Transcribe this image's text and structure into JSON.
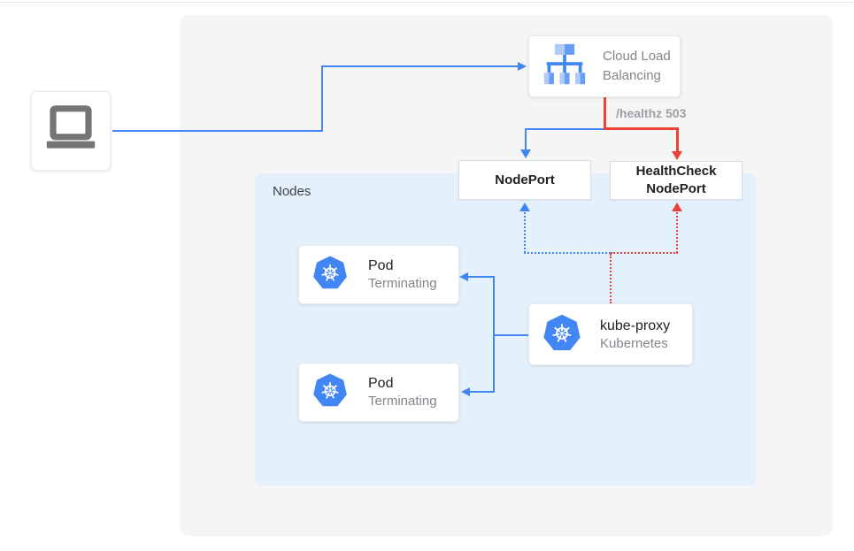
{
  "colors": {
    "blue": "#4285f4",
    "red": "#ea4335",
    "panel_gray": "#f5f5f5",
    "nodes_panel_blue": "#e4f1fc",
    "text_dark": "#202124",
    "text_gray": "#80868b",
    "icon_gray": "#757575",
    "healthz_gray": "#9aa0a6",
    "k8s_blue": "#4285f4",
    "lb_light_blue": "#aecbfa",
    "lb_mid_blue": "#669df6"
  },
  "diagram": {
    "client": {
      "icon": "laptop-icon"
    },
    "load_balancer": {
      "label": "Cloud Load Balancing",
      "icon": "load-balancer-icon"
    },
    "health_label": "/healthz 503",
    "node_port": {
      "label": "NodePort"
    },
    "health_check_node_port": {
      "label": "HealthCheck NodePort"
    },
    "nodes_panel": {
      "label": "Nodes"
    },
    "pods": [
      {
        "title": "Pod",
        "status": "Terminating",
        "icon": "kubernetes-icon"
      },
      {
        "title": "Pod",
        "status": "Terminating",
        "icon": "kubernetes-icon"
      }
    ],
    "kube_proxy": {
      "title": "kube-proxy",
      "subtitle": "Kubernetes",
      "icon": "kubernetes-icon"
    }
  }
}
